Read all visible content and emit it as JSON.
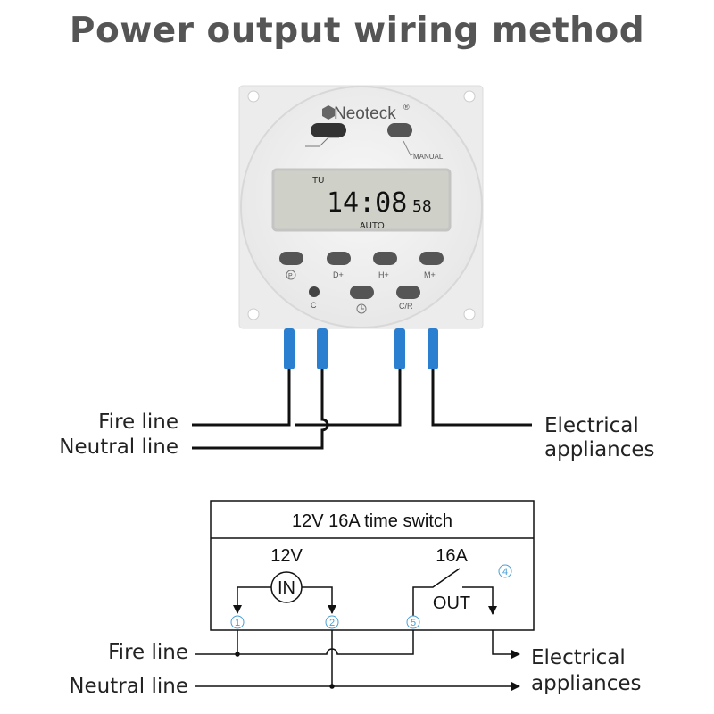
{
  "title": "Power output wiring method",
  "device": {
    "brand": "Neoteck",
    "registered_mark": "®",
    "manual_label": "MANUAL",
    "display": {
      "day": "TU",
      "time": "14:08",
      "seconds": "58",
      "mode": "AUTO"
    },
    "buttons": [
      "P",
      "D+",
      "H+",
      "M+"
    ],
    "lower_buttons": [
      "C",
      "clock",
      "C/R"
    ]
  },
  "wiring": {
    "fire_line": "Fire line",
    "neutral_line": "Neutral line",
    "appliances_line1": "Electrical",
    "appliances_line2": "appliances"
  },
  "schematic": {
    "header": "12V 16A time switch",
    "input_voltage": "12V",
    "input_label": "IN",
    "output_current": "16A",
    "output_label": "OUT",
    "terminals": [
      "1",
      "2",
      "5",
      "4"
    ],
    "fire_line": "Fire line",
    "neutral_line": "Neutral line",
    "appliances_line1": "Electrical",
    "appliances_line2": "appliances"
  },
  "colors": {
    "title": "#555555",
    "terminal_blue": "#2a7fd0",
    "terminal_number": "#4a9fd6"
  }
}
